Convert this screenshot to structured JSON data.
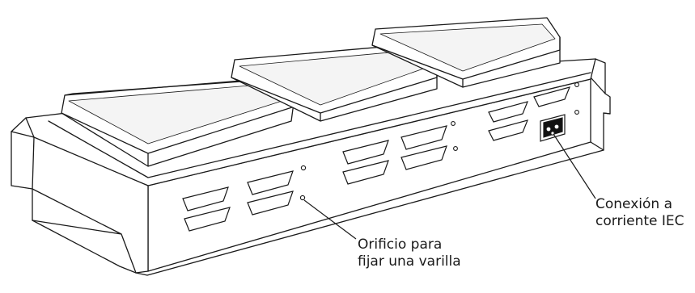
{
  "diagram": {
    "callouts": {
      "power": {
        "lines": [
          "Conexión a",
          "corriente IEC"
        ]
      },
      "rod_hole": {
        "lines": [
          "Orificio para",
          "fijar una varilla"
        ]
      }
    }
  }
}
